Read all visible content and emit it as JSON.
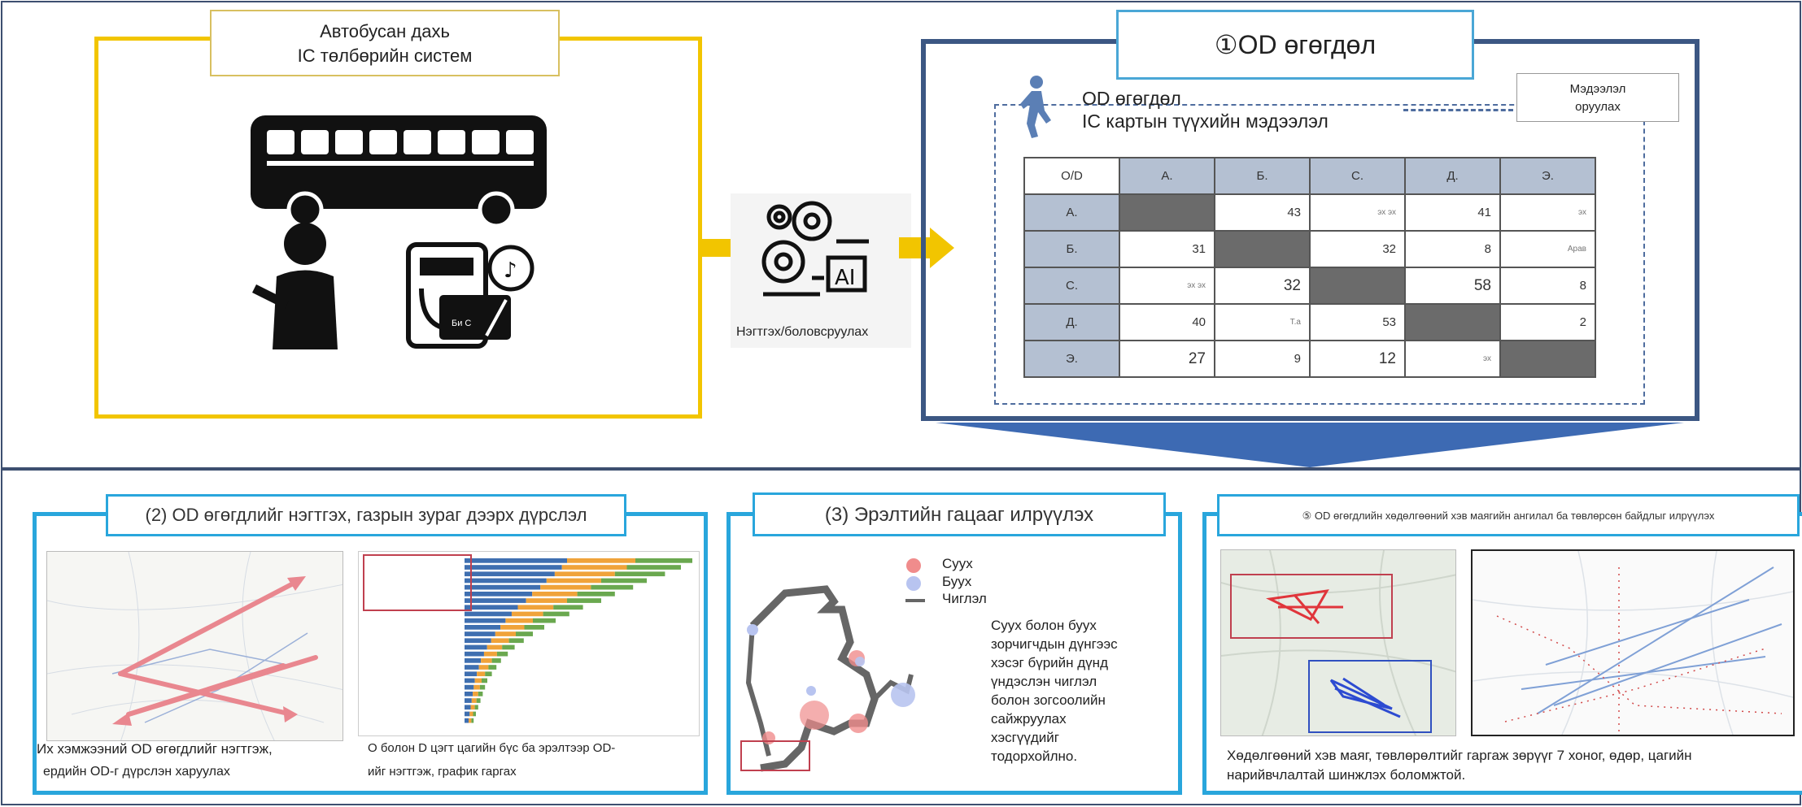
{
  "ic_system": {
    "title_line1": "Автобусан дахь",
    "title_line2": "IC төлбөрийн систем",
    "card_label": "Би С"
  },
  "process": {
    "label": "Нэгтгэх/боловсруулах",
    "ai_label": "AI"
  },
  "od_section": {
    "title": "①OD өгөгдөл",
    "subtitle_line1": "OD өгөгдөл",
    "subtitle_line2": "IC картын түүхийн мэдээлэл",
    "note_line1": "Мэдээлэл",
    "note_line2": "оруулах"
  },
  "od_table": {
    "corner": "O/D",
    "columns": [
      "А.",
      "Б.",
      "С.",
      "Д.",
      "Э."
    ],
    "rows": [
      {
        "label": "А.",
        "cells": [
          "",
          "43",
          "эх эх",
          "41",
          "эх"
        ]
      },
      {
        "label": "Б.",
        "cells": [
          "31",
          "",
          "32",
          "8",
          "Арав"
        ]
      },
      {
        "label": "С.",
        "cells": [
          "эх эх",
          "32",
          "",
          "58",
          "8"
        ]
      },
      {
        "label": "Д.",
        "cells": [
          "40",
          "Т.а",
          "53",
          "",
          "2"
        ]
      },
      {
        "label": "Э.",
        "cells": [
          "27",
          "9",
          "12",
          "эх",
          ""
        ]
      }
    ]
  },
  "panel2": {
    "title": "(2) OD өгөгдлийг нэгтгэх, газрын зураг дээрх дүрслэл",
    "caption_left_line1": "Их хэмжээний OD өгөгдлийг нэгтгэж,",
    "caption_left_line2": "ердийн OD-г дүрслэн харуулах",
    "caption_right_line1": "O болон D цэгт цагийн бүс ба эрэлтээр OD-",
    "caption_right_line2": "ийг нэгтгэж, график гаргах",
    "bar_values": [
      100,
      95,
      88,
      80,
      74,
      66,
      60,
      52,
      46,
      40,
      35,
      30,
      26,
      22,
      19,
      16,
      14,
      12,
      10,
      9,
      8,
      7,
      6,
      5,
      4
    ]
  },
  "panel3": {
    "title": "(3) Эрэлтийн гацааг илрүүлэх",
    "legend_board": "Суух",
    "legend_alight": "Буух",
    "legend_route": "Чиглэл",
    "description": [
      "Суух болон буух",
      "зорчигчдын дүнгээс",
      "хэсэг бүрийн дүнд",
      "үндэслэн чиглэл",
      "болон зогсоолийн",
      "сайжруулах",
      "хэсгүүдийг",
      "тодорхойлно."
    ],
    "colors": {
      "board": "#f08c8c",
      "alight": "#b8c4f0",
      "route": "#666666"
    }
  },
  "panel4": {
    "title": "⑤ OD өгөгдлийн хөдөлгөөний хэв маягийн ангилал ба төвлөрсөн байдлыг илрүүлэх",
    "caption_line1": "Хөдөлгөөний хэв маяг, төвлөрөлтийг гаргаж зөрүүг 7 хоног, өдөр, цагийн",
    "caption_line2": "нарийвчлалтай шинжлэх боломжтой."
  },
  "colors": {
    "yellow": "#f2c500",
    "navy": "#3c5783",
    "cyan": "#29a6dc",
    "arrow_blue": "#3d6ab3"
  }
}
